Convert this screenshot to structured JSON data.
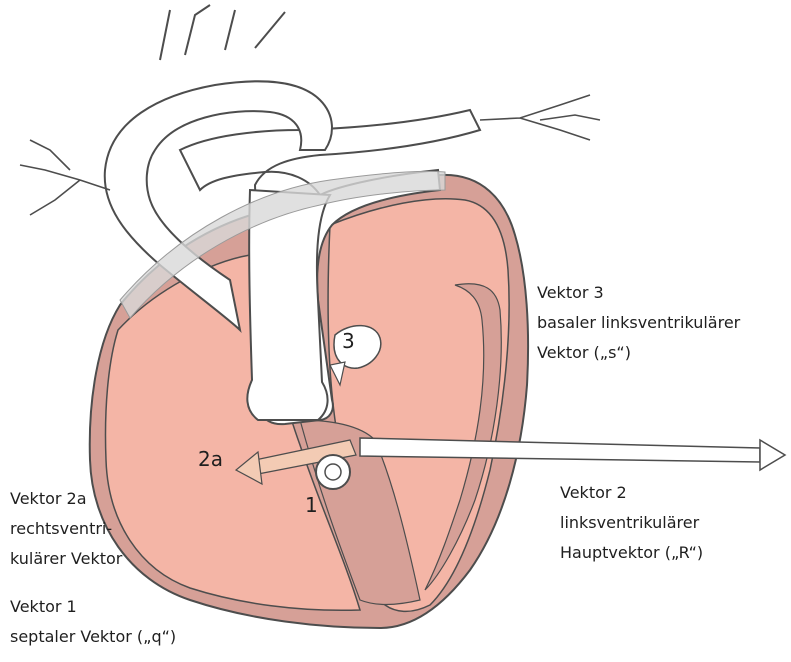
{
  "colors": {
    "myocardium": "#d6a097",
    "chamber": "#f4b5a6",
    "vessel": "#ffffff",
    "outline": "#4d4d4d",
    "vector_shaft": "#f3cbb4",
    "text": "#1f1f1f"
  },
  "markers": {
    "one": "1",
    "two_a": "2a",
    "three": "3"
  },
  "labels": {
    "vektor3": [
      "Vektor 3",
      "basaler linksventrikulärer",
      "Vektor („s“)"
    ],
    "vektor2": [
      "Vektor 2",
      "linksventrikulärer",
      "Hauptvektor („R“)"
    ],
    "vektor2a": [
      "Vektor 2a",
      "rechtsventri-",
      "kulärer Vektor"
    ],
    "vektor1": [
      "Vektor 1",
      "septaler Vektor („q“)"
    ]
  }
}
